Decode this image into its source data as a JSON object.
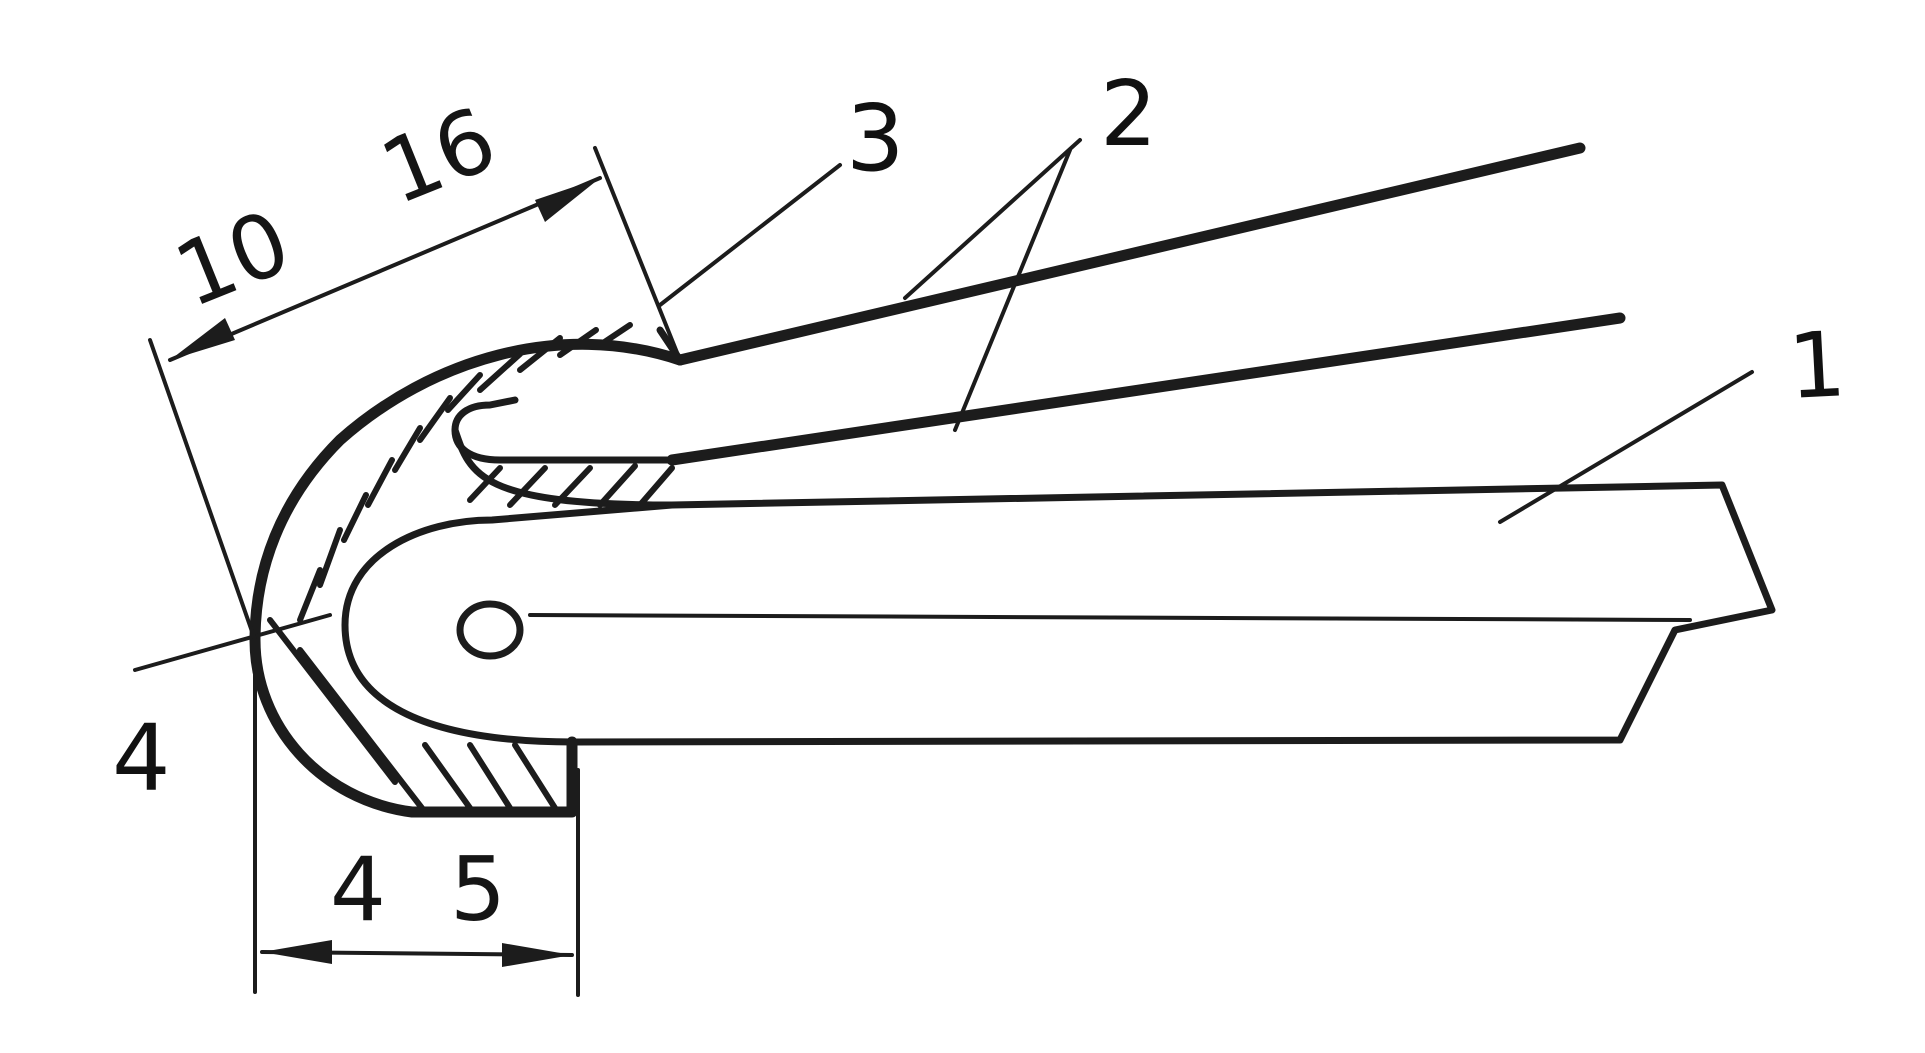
{
  "colors": {
    "ink": "#1c1c1c",
    "background": "#ffffff"
  },
  "callouts": {
    "part_1": "1",
    "part_2": "2",
    "part_3": "3",
    "part_4": "4"
  },
  "dimensions": {
    "upper_min": "10",
    "upper_max": "16",
    "lower_min": "4",
    "lower_max": "5"
  }
}
